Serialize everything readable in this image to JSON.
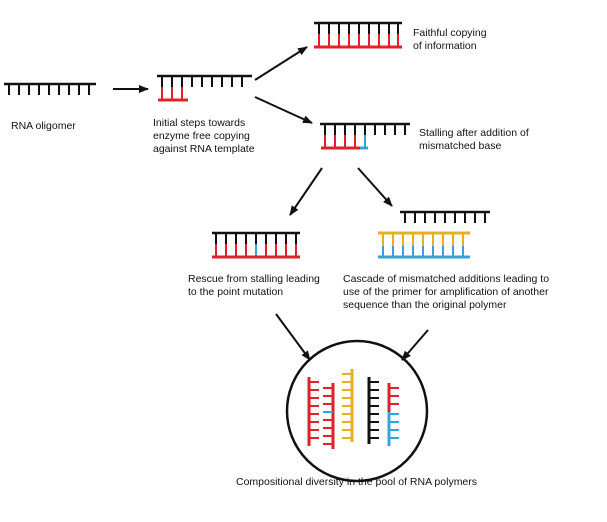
{
  "colors": {
    "template": "#111111",
    "copy": "#e0202a",
    "mismatch": "#3aa0d8",
    "alternate": "#e8b020"
  },
  "labels": {
    "oligomer": "RNA oligomer",
    "initial": "Initial steps towards\nenzyme free copying\nagainst RNA template",
    "faithful": "Faithful copying\nof information",
    "stalling": "Stalling after addition of\nmismatched base",
    "rescue": "Rescue from stalling leading\nto the point mutation",
    "cascade": "Cascade of mismatched additions leading to\nuse of the primer for amplification of another\nsequence than the original polymer",
    "diversity": "Compositional diversity in the pool of RNA polymers"
  }
}
